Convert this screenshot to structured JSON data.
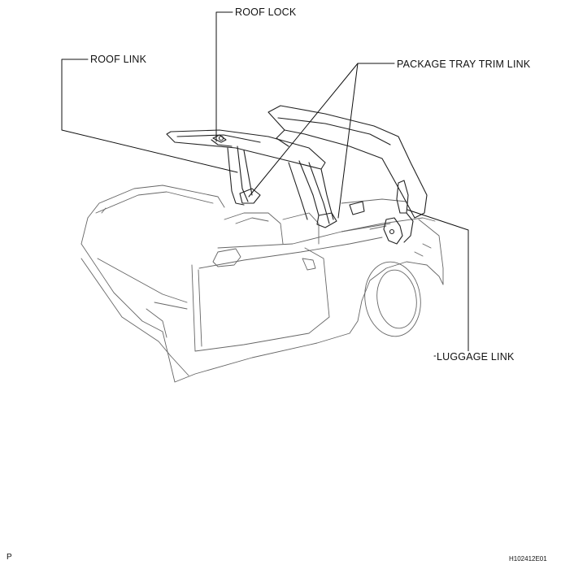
{
  "labels": {
    "roof_lock": "ROOF LOCK",
    "roof_link": "ROOF LINK",
    "package_tray_trim_link": "PACKAGE TRAY TRIM LINK",
    "luggage_link": "LUGGAGE LINK"
  },
  "footer": {
    "page_marker": "P",
    "figure_code": "H102412E01"
  }
}
